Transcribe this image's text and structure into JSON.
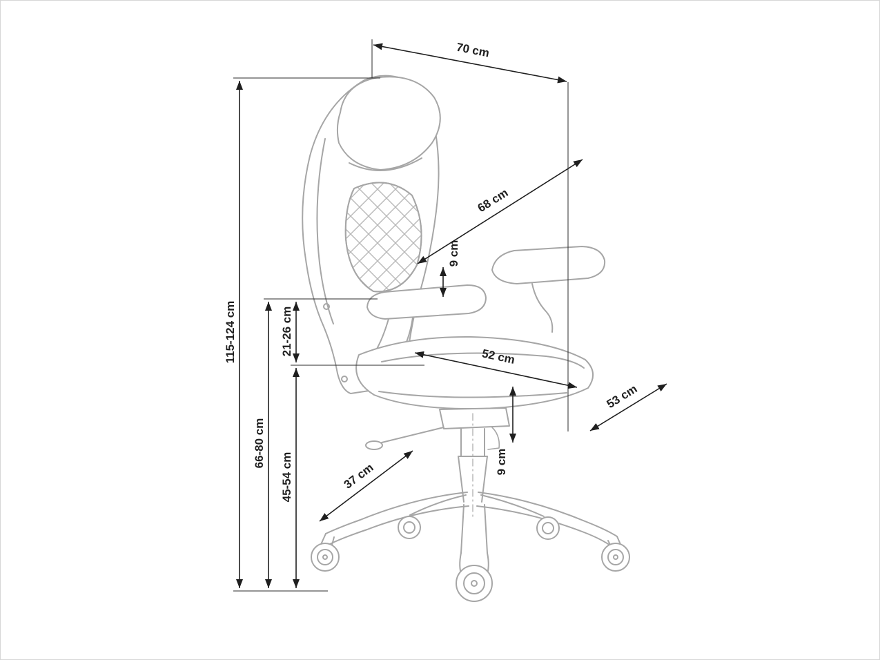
{
  "diagram": {
    "name": "office-chair-dimension-drawing",
    "colors": {
      "chair_outline": "#a6a6a6",
      "dimension": "#1f1f1f",
      "background": "#ffffff"
    },
    "dimensions": {
      "overall_width": "70 cm",
      "backrest_length": "68 cm",
      "headrest_depth": "9 cm",
      "overall_height": "115-124 cm",
      "armrest_above_seat": "21-26 cm",
      "armrest_height": "66-80 cm",
      "seat_height": "45-54 cm",
      "seat_depth": "52 cm",
      "seat_width": "53 cm",
      "base_arm_length": "37 cm",
      "lift_stroke": "9 cm"
    }
  }
}
